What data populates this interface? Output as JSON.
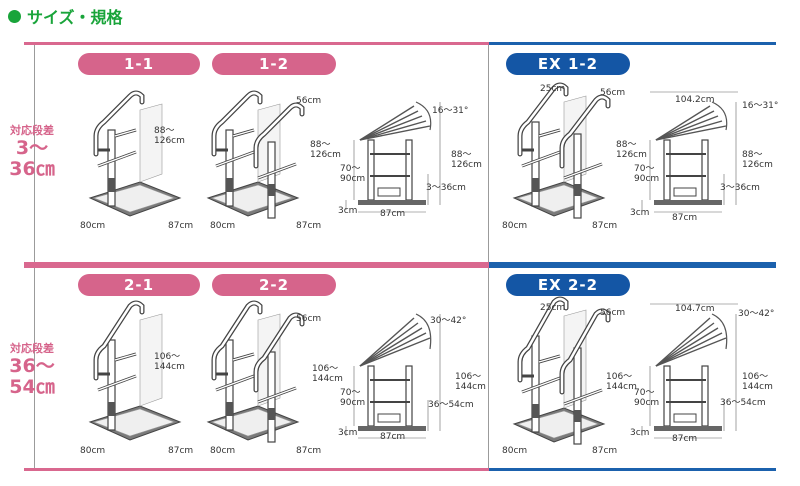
{
  "title": "サイズ・規格",
  "rows": [
    {
      "step_label": "対応段差",
      "step_range_top": "3～",
      "step_range_bottom": "36㎝",
      "pills": [
        "1-1",
        "1-2",
        "EX 1-2"
      ],
      "units": [
        {
          "height": "88～\n126cm",
          "w": "80cm",
          "d": "87cm"
        },
        {
          "top": "56cm",
          "height": "88～\n126cm",
          "w": "80cm",
          "d": "87cm"
        },
        {
          "angle": "16～31°",
          "height": "88～\n126cm",
          "handle": "70～\n90cm",
          "step": "3～36cm",
          "base": "87cm",
          "ground": "3cm"
        },
        {
          "top_l": "25cm",
          "top_r": "56cm",
          "height": "88～\n126cm",
          "w": "80cm",
          "d": "87cm"
        },
        {
          "span": "104.2cm",
          "angle": "16～31°",
          "height": "88～\n126cm",
          "handle": "70～\n90cm",
          "step": "3～36cm",
          "base": "87cm",
          "ground": "3cm"
        }
      ]
    },
    {
      "step_label": "対応段差",
      "step_range_top": "36～",
      "step_range_bottom": "54㎝",
      "pills": [
        "2-1",
        "2-2",
        "EX 2-2"
      ],
      "units": [
        {
          "height": "106～\n144cm",
          "w": "80cm",
          "d": "87cm"
        },
        {
          "top": "56cm",
          "height": "106～\n144cm",
          "w": "80cm",
          "d": "87cm"
        },
        {
          "angle": "30～42°",
          "height": "106～\n144cm",
          "handle": "70～\n90cm",
          "step": "36～54cm",
          "base": "87cm",
          "ground": "3cm"
        },
        {
          "top_l": "25cm",
          "top_r": "56cm",
          "height": "106～\n144cm",
          "w": "80cm",
          "d": "87cm"
        },
        {
          "span": "104.7cm",
          "angle": "30～42°",
          "height": "106～\n144cm",
          "handle": "70～\n90cm",
          "step": "36～54cm",
          "base": "87cm",
          "ground": "3cm"
        }
      ]
    }
  ],
  "colors": {
    "title": "#19a43a",
    "pink": "#d6648b",
    "blue": "#1456a5"
  }
}
